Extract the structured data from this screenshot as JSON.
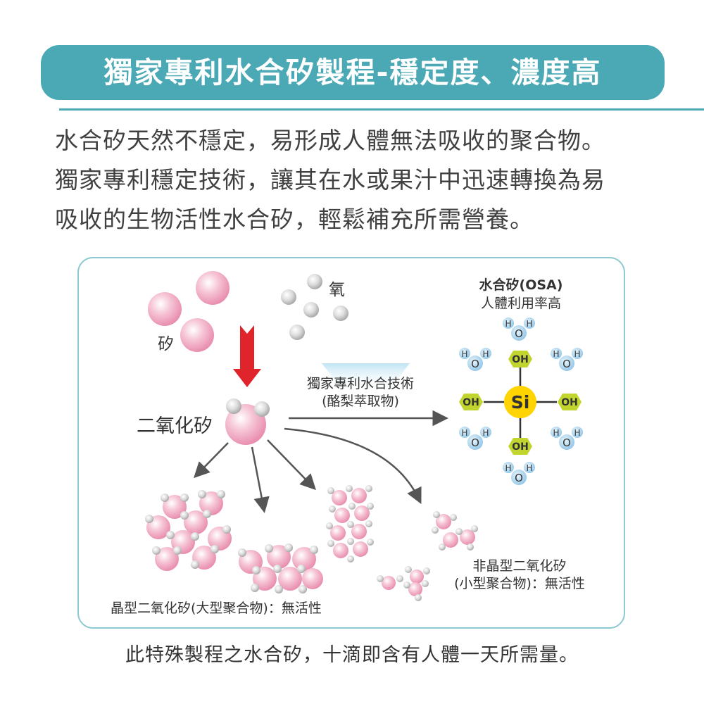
{
  "title": "獨家專利水合矽製程-穩定度、濃度高",
  "intro": [
    "水合矽天然不穩定，易形成人體無法吸收的聚合物。",
    "獨家專利穩定技術，讓其在水或果汁中迅速轉換為易",
    "吸收的生物活性水合矽，輕鬆補充所需營養。"
  ],
  "diagram": {
    "silicon_label": "矽",
    "oxygen_label": "氧",
    "sio2_label": "二氧化矽",
    "process_label": "獨家專利水合技術",
    "process_sub": "(酪梨萃取物)",
    "osa_title": "水合矽(OSA)",
    "osa_sub": "人體利用率高",
    "si": "Si",
    "oh": "OH",
    "h": "H",
    "o": "O",
    "crystal_label": "晶型二氧化矽(大型聚合物)：無活性",
    "amorphous_label": "非晶型二氧化矽",
    "amorphous_sub": "(小型聚合物)：無活性"
  },
  "footnote": "此特殊製程之水合矽，十滴即含有人體一天所需量。",
  "colors": {
    "teal": "#4aa9b4",
    "pink": "#f1a9c1",
    "red_arrow": "#e0242b",
    "gray_arrow": "#555555",
    "hexagon": "#c2d52e",
    "water_blue": "#a9d4ee",
    "si_yellow": "#ffd400"
  }
}
